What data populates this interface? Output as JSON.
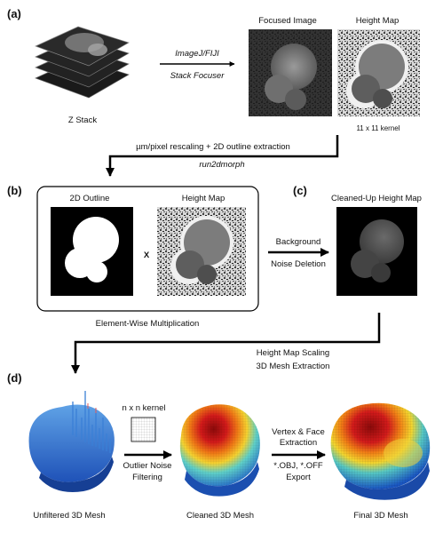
{
  "panels": {
    "a": "(a)",
    "b": "(b)",
    "c": "(c)",
    "d": "(d)"
  },
  "a": {
    "stack_label": "Z Stack",
    "arrow_top": "ImageJ/FIJI",
    "arrow_bottom": "Stack Focuser",
    "focused_title": "Focused Image",
    "height_title": "Height Map",
    "kernel_note": "11 x 11 kernel",
    "down_line1": "µm/pixel rescaling + 2D outline extraction",
    "down_line2": "run2dmorph"
  },
  "b": {
    "outline_title": "2D Outline",
    "height_title": "Height Map",
    "times": "X",
    "box_caption": "Element-Wise Multiplication",
    "arrow_top": "Background",
    "arrow_bottom": "Noise Deletion"
  },
  "c": {
    "title": "Cleaned-Up Height Map",
    "down_line1": "Height Map Scaling",
    "down_line2": "3D Mesh Extraction"
  },
  "d": {
    "unfiltered_label": "Unfiltered 3D Mesh",
    "kernel_label": "n x n kernel",
    "filter_line1": "Outlier Noise",
    "filter_line2": "Filtering",
    "cleaned_label": "Cleaned 3D Mesh",
    "vertex_line1": "Vertex & Face",
    "vertex_line2": "Extraction",
    "export_line1": "*.OBJ, *.OFF",
    "export_line2": "Export",
    "final_label": "Final 3D Mesh"
  }
}
